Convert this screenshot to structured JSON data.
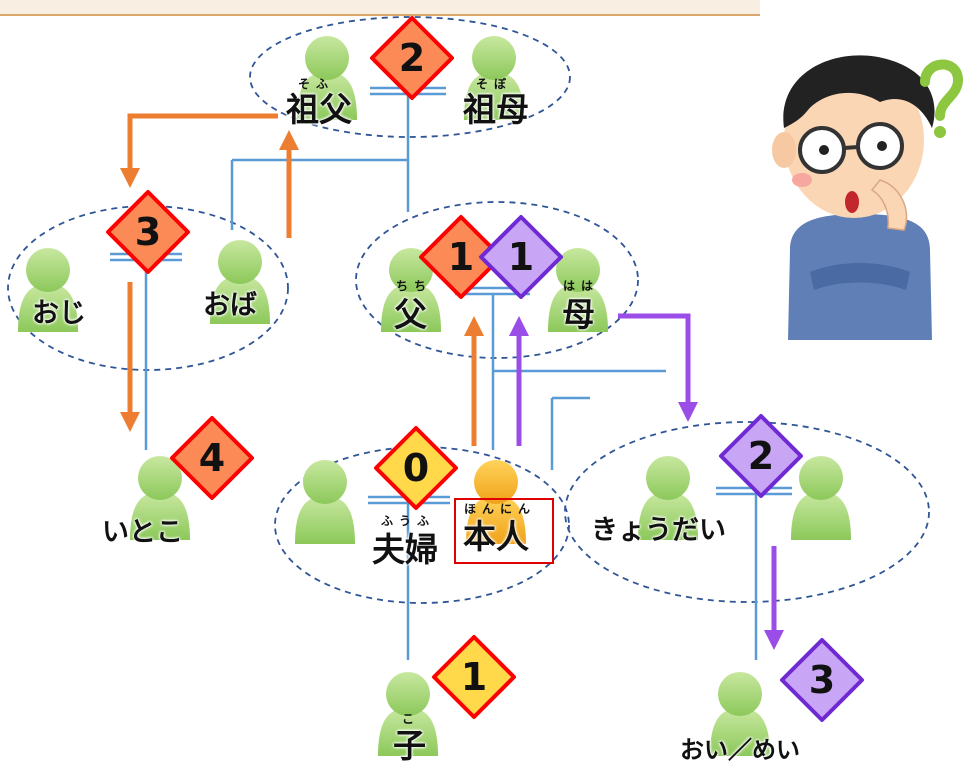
{
  "labels": {
    "sofu": "祖父",
    "sobo": "祖母",
    "oji": "おじ",
    "oba": "おば",
    "chichi": "父",
    "haha": "母",
    "itoko": "いとこ",
    "fuufu": "夫婦",
    "honnin": "本人",
    "kyoudai": "きょうだい",
    "ko": "子",
    "oimei": "おい／めい"
  },
  "ruby": {
    "sofu": "そふ",
    "sobo": "そぼ",
    "chichi": "ちち",
    "haha": "はは",
    "fuufu": "ふうふ",
    "honnin": "ほんにん",
    "ko": "こ"
  },
  "degrees": {
    "grandparents": "2",
    "uncle_aunt": "3",
    "father": "1",
    "mother": "1",
    "cousin": "4",
    "self": "0",
    "siblings": "2",
    "child": "1",
    "nephew_niece": "3"
  },
  "colors": {
    "person": "#a9d77a",
    "self": "#f5b62c",
    "line": "#5b9bd5",
    "orange_arrow": "#ed7d31",
    "purple_arrow": "#9b4de8",
    "diamond_red_fill": "#fb8a57",
    "diamond_red_border": "#ff0000",
    "diamond_yellow_fill": "#ffd94a",
    "diamond_purple_fill": "#c8a6f5",
    "diamond_purple_border": "#6f2ad4",
    "ellipse": "#2f5597"
  },
  "icons": {
    "thinking_man": "thinking-man-icon",
    "question": "question-mark-icon"
  },
  "question_mark": "?"
}
